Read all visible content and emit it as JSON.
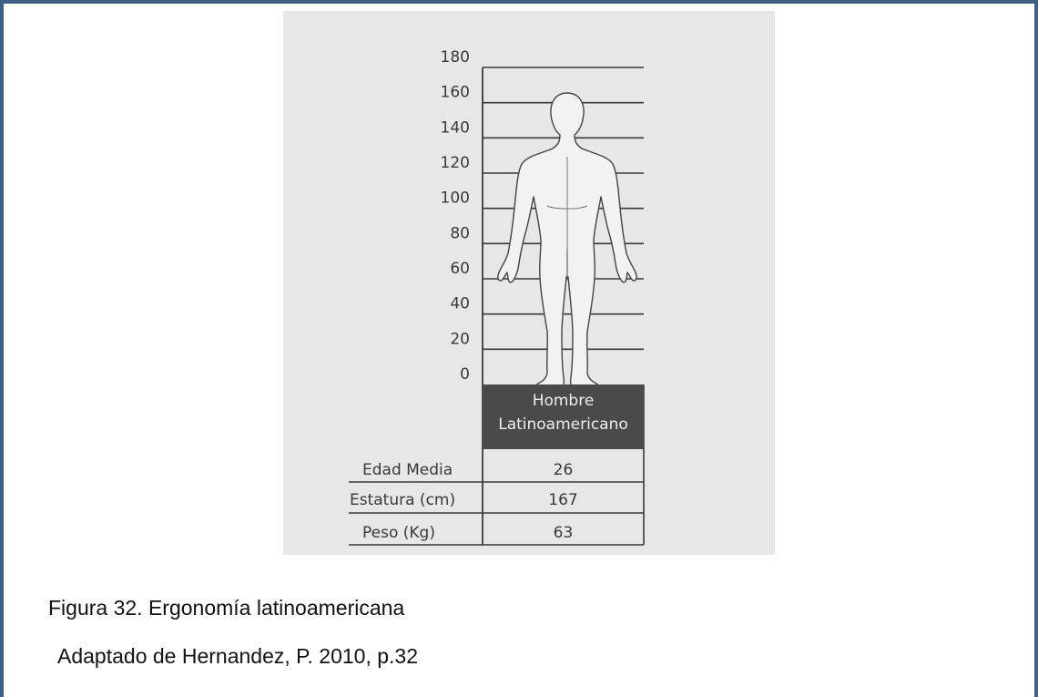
{
  "figure": {
    "scale": [
      180,
      160,
      140,
      120,
      100,
      80,
      60,
      40,
      20,
      0
    ],
    "group_line1": "Hombre",
    "group_line2": "Latinoamericano",
    "rows": [
      {
        "label": "Edad Media",
        "value": "26"
      },
      {
        "label": "Estatura (cm)",
        "value": "167"
      },
      {
        "label": "Peso (Kg)",
        "value": "63"
      }
    ],
    "colors": {
      "frame": "#3f5f86",
      "band": "#4a4a4a",
      "paper": "#e7e7e7"
    }
  },
  "caption": "Figura 32. Ergonomía latinoamericana",
  "source": "Adaptado de Hernandez, P. 2010, p.32"
}
